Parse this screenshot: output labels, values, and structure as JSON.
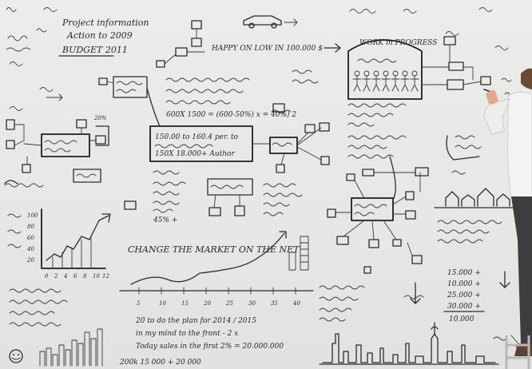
{
  "scene": {
    "colors": {
      "board": "#e9e9e6",
      "ink": "#2b2b2b",
      "shirt": "#f4f3f0",
      "skin": "#e3a98c",
      "hair": "#6b4a32"
    },
    "icons": [
      "car-icon",
      "people-icon",
      "houses-icon",
      "city-skyline-icon",
      "smiley-icon"
    ]
  },
  "whiteboard_text": {
    "top_title": "Project information",
    "top_title_2": "Action to 2009",
    "top_budget": "BUDGET 2011",
    "right_box_title": "WORK in PROGRESS",
    "growth_label": "CHANGE THE MARKET ON THE NET",
    "box_center_1": "150.00 to 160.4 per. to",
    "box_center_2": "150X 18.000+ Author",
    "formula": "600X 1500 = (600-50%) x = 40%) 2",
    "arrow_text": "HAPPY ON LOW IN 100.000 $",
    "axis_ticks": [
      "5",
      "10",
      "15",
      "20",
      "25",
      "30",
      "35",
      "40"
    ],
    "small_axis_ticks": [
      "0",
      "2",
      "4",
      "6",
      "8",
      "10",
      "12"
    ],
    "lower_note": "20 to do the plan for 2014 / 2015",
    "lower_note_2": "in my mind to the front - 2 x",
    "lower_note_3": "Today sales in the first 2% = 20.000.000",
    "right_sum": [
      "15.000 +",
      "10.000 +",
      "25.000 +",
      "30.000 +"
    ],
    "right_sum_total": "10.000",
    "percent_note": "45% +",
    "bottom_left_note": "200k 15 000 + 20 000"
  }
}
